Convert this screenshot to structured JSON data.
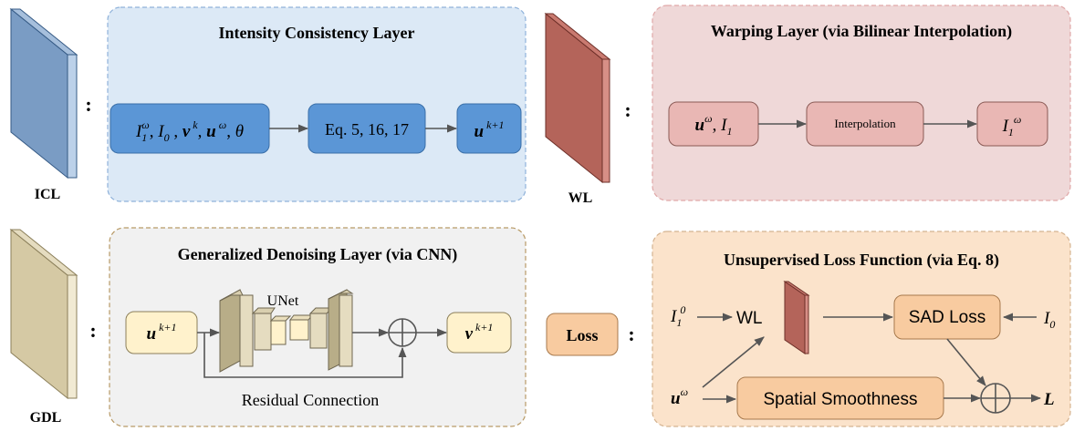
{
  "panels": {
    "icl": {
      "title": "Intensity Consistency Layer",
      "layer_label": "ICL",
      "colon": ":",
      "input": {
        "i1": "I",
        "i1_sub": "1",
        "i1_sup": "ω",
        "comma1": ", ",
        "i0": "I",
        "i0_sub": "0",
        "comma2": " , ",
        "v": "v",
        "v_sup": " k",
        "comma3": ", ",
        "u": "u",
        "u_sup": " ω",
        "comma4": ", ",
        "theta": "θ"
      },
      "equation": "Eq. 5, 16, 17",
      "output": {
        "u": "u",
        "u_sup": " k+1"
      }
    },
    "wl": {
      "title": "Warping Layer (via Bilinear Interpolation)",
      "layer_label": "WL",
      "colon": ":",
      "input": {
        "u": "u",
        "u_sup": "ω",
        "comma": ",  ",
        "i": "I",
        "i_sub": "1"
      },
      "process": "Interpolation",
      "output": {
        "i": "I",
        "i_sub": "1",
        "i_sup": "ω"
      }
    },
    "gdl": {
      "title": "Generalized Denoising Layer (via CNN)",
      "layer_label": "GDL",
      "colon": ":",
      "input": {
        "u": "u",
        "u_sup": " k+1"
      },
      "network": "UNet",
      "residual": "Residual Connection",
      "output": {
        "v": "v",
        "v_sup": " k+1"
      }
    },
    "loss": {
      "title": "Unsupervised Loss Function (via Eq. 8)",
      "badge": "Loss",
      "colon": ":",
      "input_top": {
        "i": "I",
        "i_sub": "1",
        "i_sup": "0"
      },
      "wl": "WL",
      "sad": "SAD Loss",
      "i0": {
        "i": "I",
        "i_sub": "0"
      },
      "input_bottom": {
        "u": "u",
        "u_sup": "ω"
      },
      "smooth": "Spatial Smoothness",
      "output": "L"
    }
  },
  "colors": {
    "icl_fill": "#7a9cc4",
    "icl_bg": "#dce9f6",
    "icl_node": "#5b96d6",
    "wl_fill": "#b4645a",
    "wl_bg": "#efd8d8",
    "wl_node": "#e9b7b4",
    "gdl_fill": "#d5c9a4",
    "gdl_bg": "#f1f1f1",
    "gdl_node": "#fff2cc",
    "loss_bg": "#fbe3cb",
    "loss_node": "#f8cba0"
  }
}
